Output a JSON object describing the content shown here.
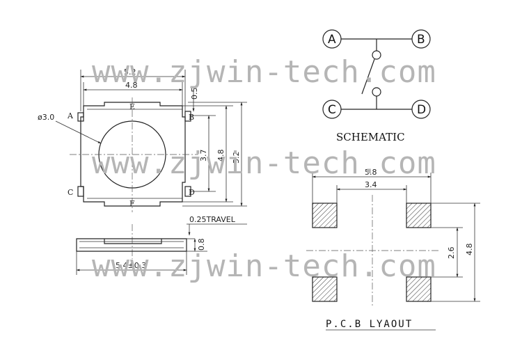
{
  "watermark": "www.zjwin-tech.com",
  "top_view": {
    "width_outer": "5.2",
    "width_inner": "4.8",
    "pin_offset": "0.5",
    "pin_pitch": "3.7",
    "height_inner": "4.8",
    "height_outer": "5.2",
    "button_diameter": "ø3.0",
    "pin_a": "A",
    "pin_b": "B",
    "pin_c": "C",
    "pin_d": "D",
    "mark_e": "E",
    "mark_f": "F"
  },
  "side_view": {
    "travel": "0.25TRAVEL",
    "height": "0.8",
    "length": "5.4±0.3"
  },
  "schematic": {
    "title": "SCHEMATIC",
    "terminals": [
      "A",
      "B",
      "C",
      "D"
    ]
  },
  "pcb_layout": {
    "title": "P.C.B LYAOUT",
    "outer_width": "5.8",
    "inner_width": "3.4",
    "pad_pitch": "2.6",
    "outer_height": "4.8"
  }
}
